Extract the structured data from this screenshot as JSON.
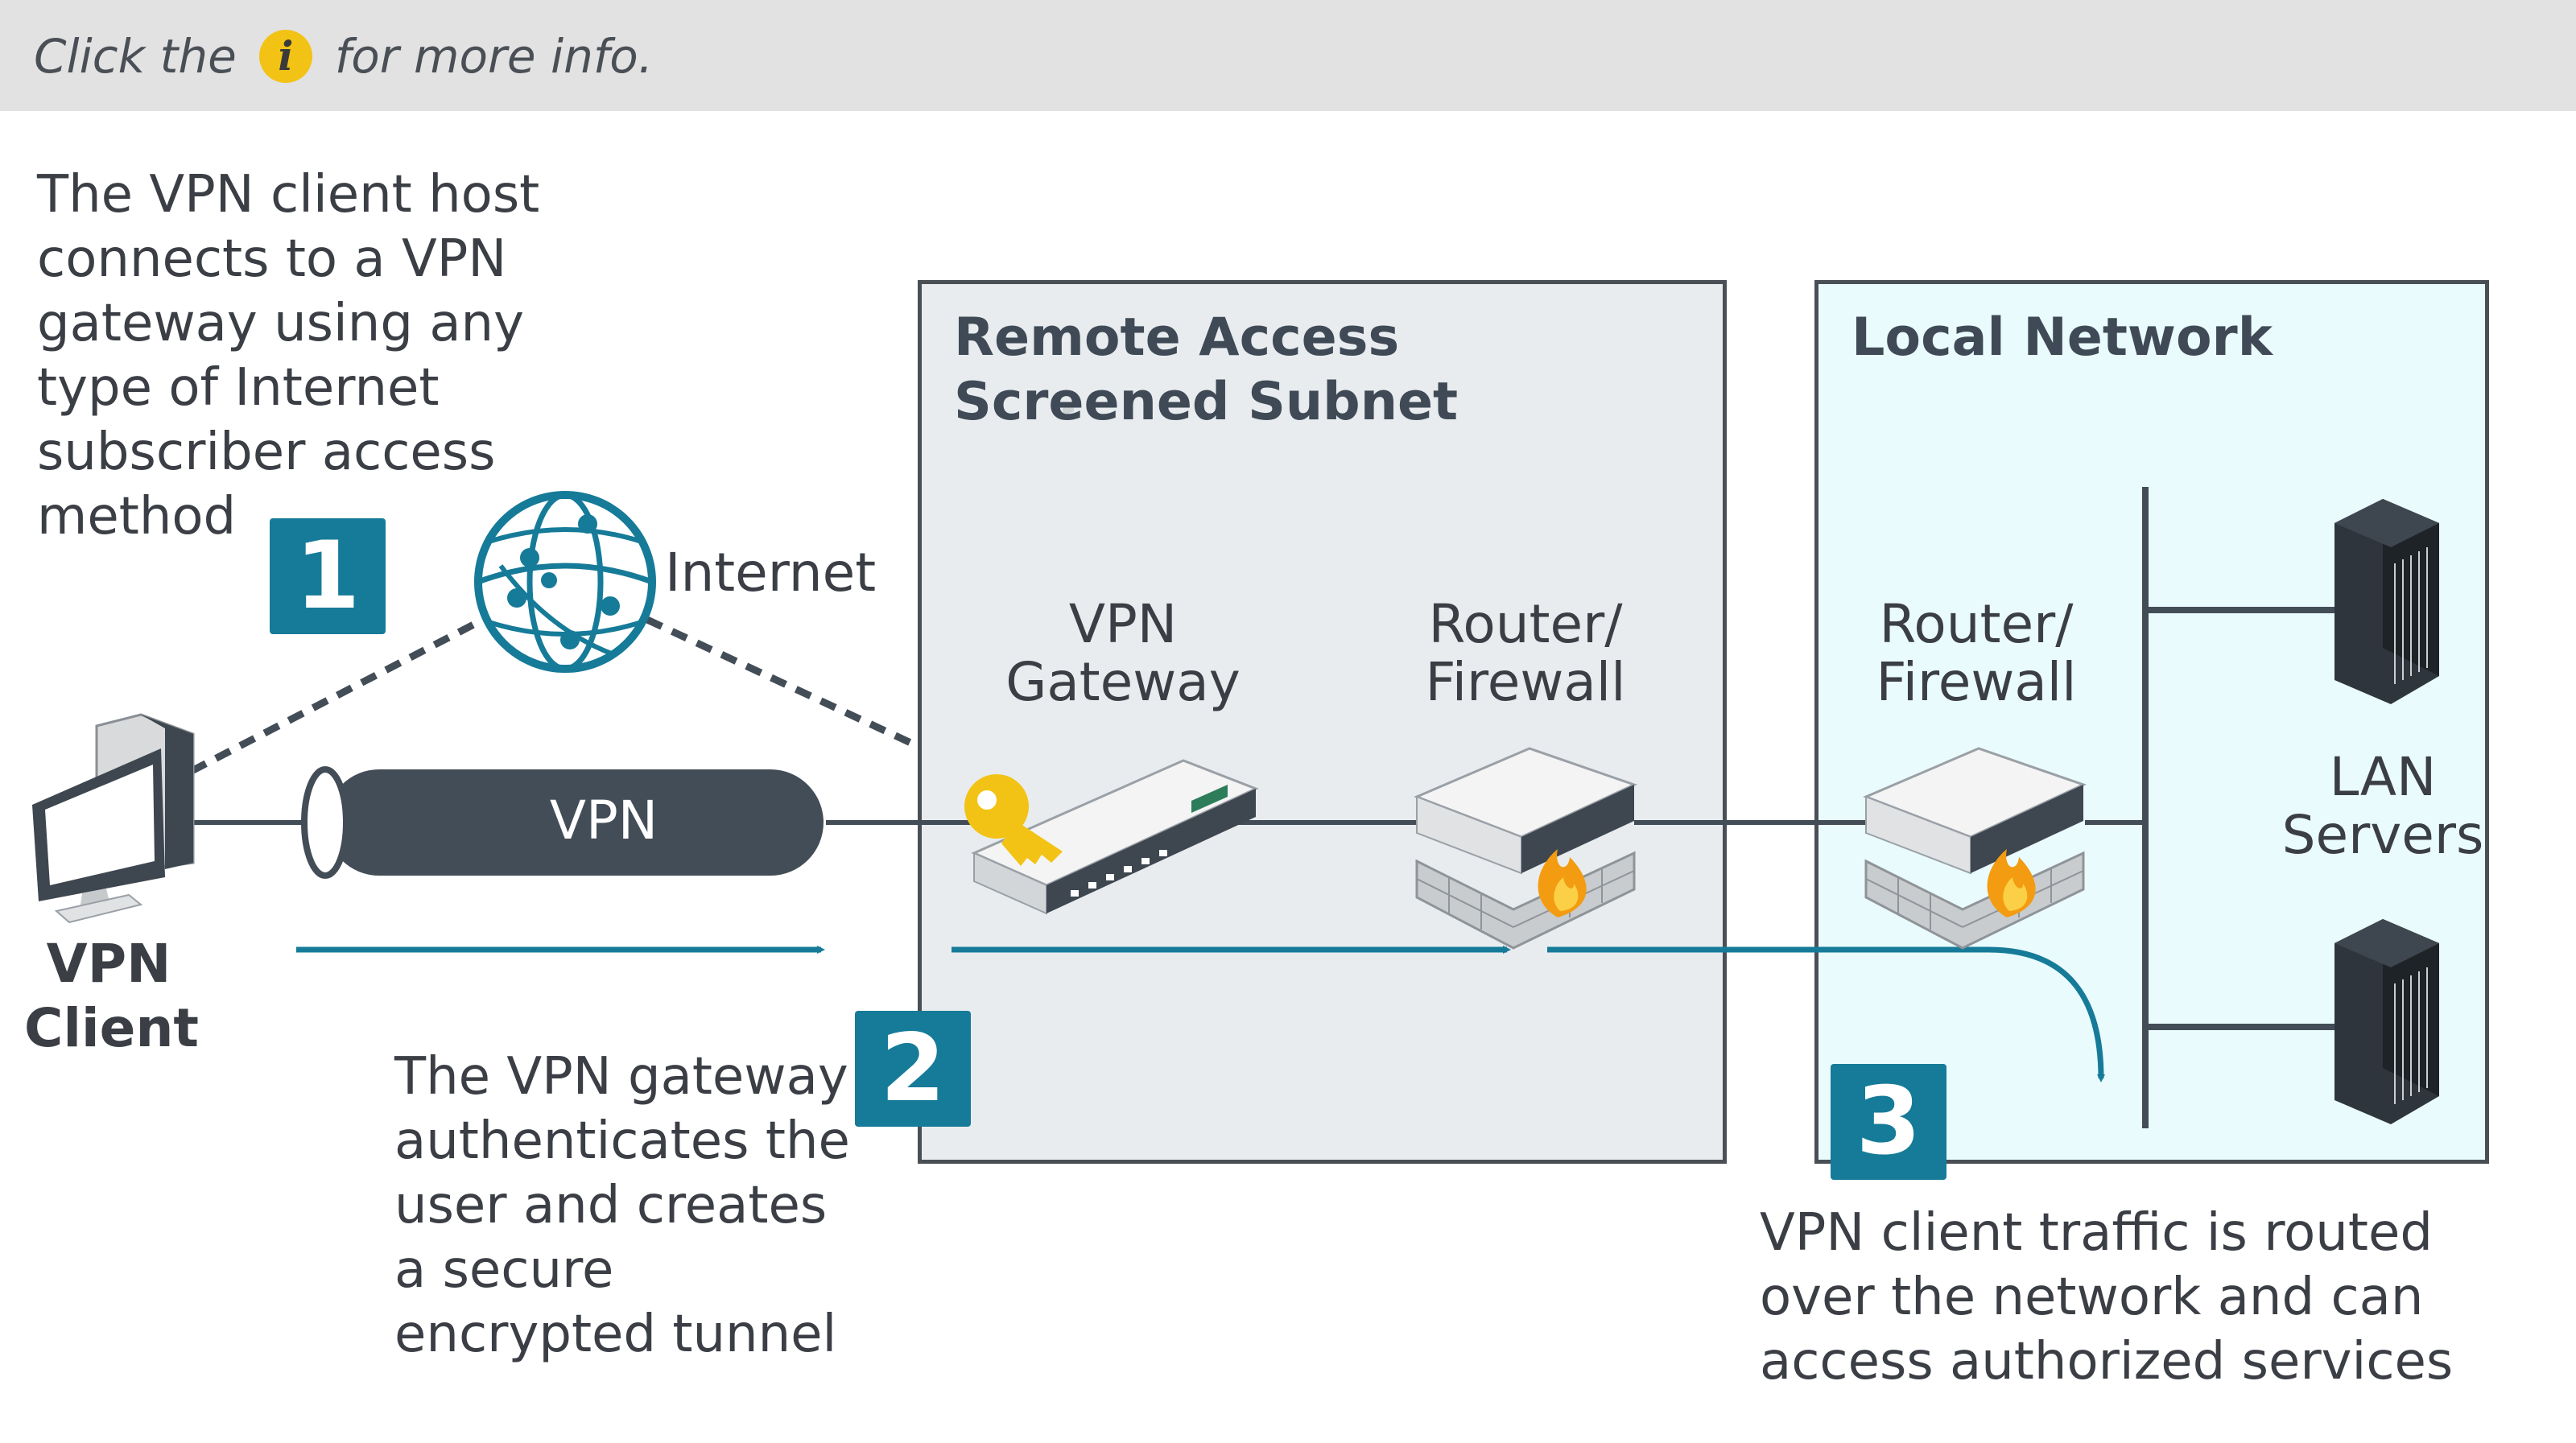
{
  "header": {
    "hint_before": "Click the",
    "info_icon_glyph": "i",
    "hint_after": "for more info."
  },
  "steps": [
    {
      "number": "1",
      "lines": [
        "The VPN client host",
        "connects to a VPN",
        "gateway using any",
        "type of Internet",
        "subscriber access",
        "method"
      ]
    },
    {
      "number": "2",
      "lines": [
        "The VPN gateway",
        "authenticates the",
        "user and creates",
        "a secure",
        "encrypted tunnel"
      ]
    },
    {
      "number": "3",
      "lines": [
        "VPN client traffic is routed",
        "over the network and can",
        "access authorized services"
      ]
    }
  ],
  "zones": {
    "remote_access": {
      "title_lines": [
        "Remote Access",
        "Screened Subnet"
      ]
    },
    "local_network": {
      "title": "Local Network"
    }
  },
  "devices": {
    "vpn_client": {
      "lines": [
        "VPN",
        "Client"
      ],
      "icon": "desktop-computer-icon"
    },
    "internet": {
      "label": "Internet",
      "icon": "globe-network-icon"
    },
    "tunnel": {
      "label": "VPN",
      "icon": "tunnel-pipe-icon"
    },
    "vpn_gateway": {
      "lines": [
        "VPN",
        "Gateway"
      ],
      "icon": "vpn-gateway-key-icon"
    },
    "router_firewall_remote": {
      "lines": [
        "Router/",
        "Firewall"
      ],
      "icon": "firewall-router-icon"
    },
    "router_firewall_local": {
      "lines": [
        "Router/",
        "Firewall"
      ],
      "icon": "firewall-router-icon"
    },
    "lan_servers": {
      "lines": [
        "LAN",
        "Servers"
      ],
      "icon": "server-rack-icon"
    }
  },
  "colors": {
    "accent_teal": "#167b98",
    "header_bg": "#e2e2e2",
    "remote_zone_bg": "#e8ecef",
    "local_zone_bg": "#e9fbfd",
    "tunnel": "#434d57",
    "key": "#f2c314",
    "flame": "#f39c12"
  }
}
